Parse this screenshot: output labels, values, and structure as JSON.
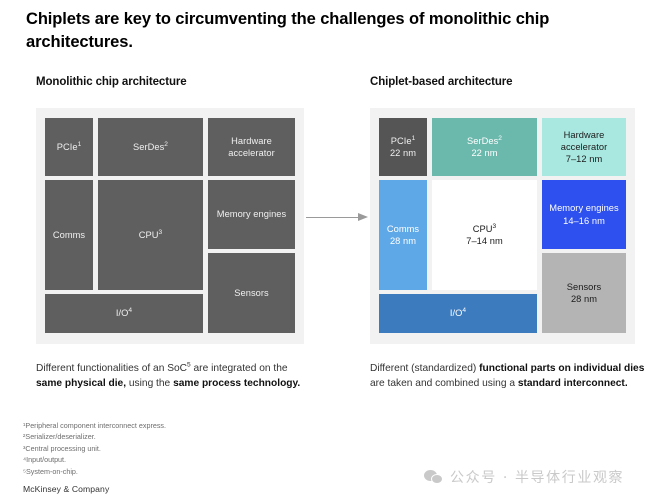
{
  "title": "Chiplets are key to circumventing the challenges of monolithic chip architectures.",
  "panels": {
    "left": {
      "heading": "Monolithic chip architecture",
      "blocks": [
        {
          "name": "pcie",
          "label": "PCIe",
          "sup": "1",
          "node": ""
        },
        {
          "name": "serdes",
          "label": "SerDes",
          "sup": "2",
          "node": ""
        },
        {
          "name": "hwaccel",
          "label": "Hardware accelerator",
          "sup": "",
          "node": ""
        },
        {
          "name": "comms",
          "label": "Comms",
          "sup": "",
          "node": ""
        },
        {
          "name": "cpu",
          "label": "CPU",
          "sup": "3",
          "node": ""
        },
        {
          "name": "memory",
          "label": "Memory engines",
          "sup": "",
          "node": ""
        },
        {
          "name": "sensors",
          "label": "Sensors",
          "sup": "",
          "node": ""
        },
        {
          "name": "io",
          "label": "I/O",
          "sup": "4",
          "node": ""
        }
      ],
      "caption_plain_1": "Different functionalities of an SoC",
      "caption_sup": "5",
      "caption_plain_2": " are integrated on the ",
      "caption_bold_1": "same physical die,",
      "caption_plain_3": " using the ",
      "caption_bold_2": "same process technology."
    },
    "right": {
      "heading": "Chiplet-based architecture",
      "blocks": [
        {
          "name": "pcie",
          "label": "PCIe",
          "sup": "1",
          "node": "22 nm",
          "color": "#555555",
          "text": "#f0f0f0"
        },
        {
          "name": "serdes",
          "label": "SerDes",
          "sup": "2",
          "node": "22 nm",
          "color": "#6bb8ac",
          "text": "#ffffff"
        },
        {
          "name": "hwaccel",
          "label": "Hardware accelerator",
          "sup": "",
          "node": "7–12 nm",
          "color": "#a8e8e0",
          "text": "#1b1b1b"
        },
        {
          "name": "comms",
          "label": "Comms",
          "sup": "",
          "node": "28 nm",
          "color": "#5fa8e8",
          "text": "#ffffff"
        },
        {
          "name": "cpu",
          "label": "CPU",
          "sup": "3",
          "node": "7–14 nm",
          "color": "#ffffff",
          "text": "#1b1b1b"
        },
        {
          "name": "memory",
          "label": "Memory engines",
          "sup": "",
          "node": "14–16 nm",
          "color": "#2e50ee",
          "text": "#ffffff"
        },
        {
          "name": "sensors",
          "label": "Sensors",
          "sup": "",
          "node": "28 nm",
          "color": "#b4b4b4",
          "text": "#1b1b1b"
        },
        {
          "name": "io",
          "label": "I/O",
          "sup": "4",
          "node": "",
          "color": "#3d7bbf",
          "text": "#ffffff"
        }
      ],
      "caption_plain_1": "Different (standardized) ",
      "caption_bold_1": "functional parts on individual dies",
      "caption_plain_2": " are taken and combined using a ",
      "caption_bold_2": "standard interconnect."
    }
  },
  "arrow": {
    "name": "flow-arrow"
  },
  "footnotes": [
    "¹Peripheral component interconnect express.",
    "²Serializer/deserializer.",
    "³Central processing unit.",
    "⁴Input/output.",
    "⁵System-on-chip."
  ],
  "brand": "McKinsey & Company",
  "watermark": {
    "text": "公众号 · 半导体行业观察"
  }
}
